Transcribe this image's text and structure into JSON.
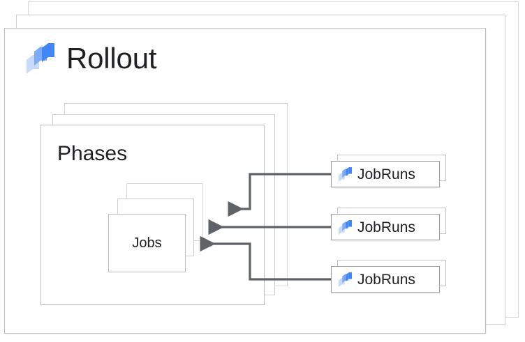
{
  "diagram": {
    "title": "Rollout",
    "logo_icon": "rollout-logo-icon",
    "background_color": "#ffffff",
    "card_border_color": "#bdbdbd",
    "text_color": "#202124",
    "connector_color": "#5f6368",
    "logo_colors": {
      "light": "#c6dafc",
      "medium": "#7baaf7",
      "dark": "#4285f4"
    }
  },
  "rollout_stack": {
    "label": "Rollout",
    "card_count": 3
  },
  "phases_stack": {
    "label": "Phases",
    "card_count": 3
  },
  "jobs_stack": {
    "label": "Jobs",
    "card_count": 3
  },
  "jobruns": [
    {
      "label": "JobRuns",
      "icon": "rollout-logo-icon"
    },
    {
      "label": "JobRuns",
      "icon": "rollout-logo-icon"
    },
    {
      "label": "JobRuns",
      "icon": "rollout-logo-icon"
    }
  ],
  "connectors": [
    {
      "from": "jobruns.0",
      "to": "jobs_stack",
      "style": "elbow-up"
    },
    {
      "from": "jobruns.1",
      "to": "jobs_stack",
      "style": "straight"
    },
    {
      "from": "jobruns.2",
      "to": "jobs_stack",
      "style": "elbow-down"
    }
  ]
}
